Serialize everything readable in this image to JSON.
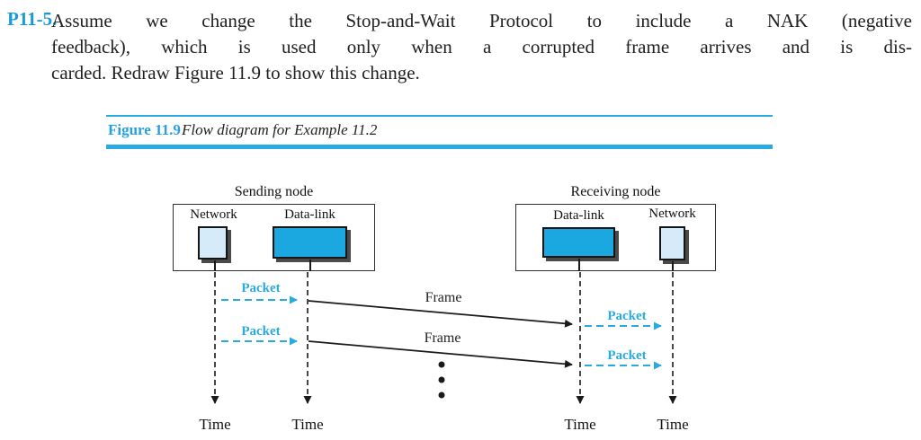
{
  "problem": {
    "number": "P11-5.",
    "text_lines": [
      "Assume we change the Stop-and-Wait Protocol to include a NAK (negative",
      "feedback), which is used only when a corrupted frame arrives and is dis-",
      "carded. Redraw Figure 11.9 to show this change."
    ]
  },
  "figure_header": {
    "label": "Figure 11.9",
    "caption": "Flow diagram for Example 11.2"
  },
  "diagram": {
    "sender": {
      "title": "Sending node",
      "network_label": "Network",
      "datalink_label": "Data-link"
    },
    "receiver": {
      "title": "Receiving node",
      "datalink_label": "Data-link",
      "network_label": "Network"
    },
    "packet_labels": [
      "Packet",
      "Packet",
      "Packet",
      "Packet"
    ],
    "frame_labels": [
      "Frame",
      "Frame"
    ],
    "time_labels": [
      "Time",
      "Time",
      "Time",
      "Time"
    ]
  },
  "colors": {
    "accent_cyan": "#29ABE2",
    "datalink_fill": "#1BA7E0",
    "network_fill": "#D6EBF9",
    "shadow_gray": "#4A4A4A",
    "problem_number_blue": "#1B9AD7",
    "text_black": "#1A1A1A"
  }
}
